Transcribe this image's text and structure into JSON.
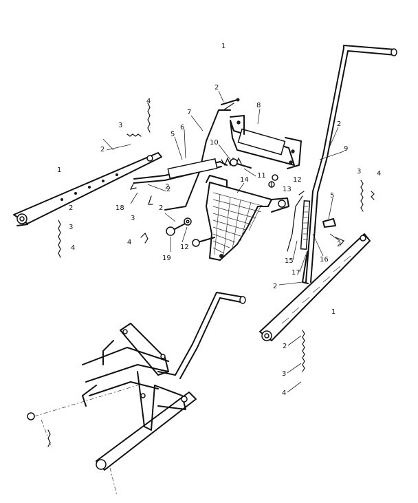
{
  "callouts": [
    {
      "id": "c-top-1",
      "text": "1"
    },
    {
      "id": "c-2a",
      "text": "2"
    },
    {
      "id": "c-4a",
      "text": "4"
    },
    {
      "id": "c-3a",
      "text": "3"
    },
    {
      "id": "c-2b",
      "text": "2"
    },
    {
      "id": "c-7a",
      "text": "7"
    },
    {
      "id": "c-6a",
      "text": "6"
    },
    {
      "id": "c-5a",
      "text": "5"
    },
    {
      "id": "c-8a",
      "text": "8"
    },
    {
      "id": "c-10a",
      "text": "10"
    },
    {
      "id": "c-2c",
      "text": "2"
    },
    {
      "id": "c-9a",
      "text": "9"
    },
    {
      "id": "c-11a",
      "text": "11"
    },
    {
      "id": "c-12a",
      "text": "12"
    },
    {
      "id": "c-13a",
      "text": "13"
    },
    {
      "id": "c-14a",
      "text": "14"
    },
    {
      "id": "c-1a",
      "text": "1"
    },
    {
      "id": "c-2d",
      "text": "2"
    },
    {
      "id": "c-18a",
      "text": "18"
    },
    {
      "id": "c-2e",
      "text": "2"
    },
    {
      "id": "c-2f",
      "text": "2"
    },
    {
      "id": "c-3b",
      "text": "3"
    },
    {
      "id": "c-4b",
      "text": "4"
    },
    {
      "id": "c-3c",
      "text": "3"
    },
    {
      "id": "c-2g",
      "text": "2"
    },
    {
      "id": "c-4c",
      "text": "4"
    },
    {
      "id": "c-19a",
      "text": "19"
    },
    {
      "id": "c-12b",
      "text": "12"
    },
    {
      "id": "c-3d",
      "text": "3"
    },
    {
      "id": "c-4d",
      "text": "4"
    },
    {
      "id": "c-5b",
      "text": "5"
    },
    {
      "id": "c-2h",
      "text": "2"
    },
    {
      "id": "c-15a",
      "text": "15"
    },
    {
      "id": "c-16a",
      "text": "16"
    },
    {
      "id": "c-17a",
      "text": "17"
    },
    {
      "id": "c-2i",
      "text": "2"
    },
    {
      "id": "c-1b",
      "text": "1"
    },
    {
      "id": "c-2j",
      "text": "2"
    },
    {
      "id": "c-3e",
      "text": "3"
    },
    {
      "id": "c-4e",
      "text": "4"
    }
  ]
}
